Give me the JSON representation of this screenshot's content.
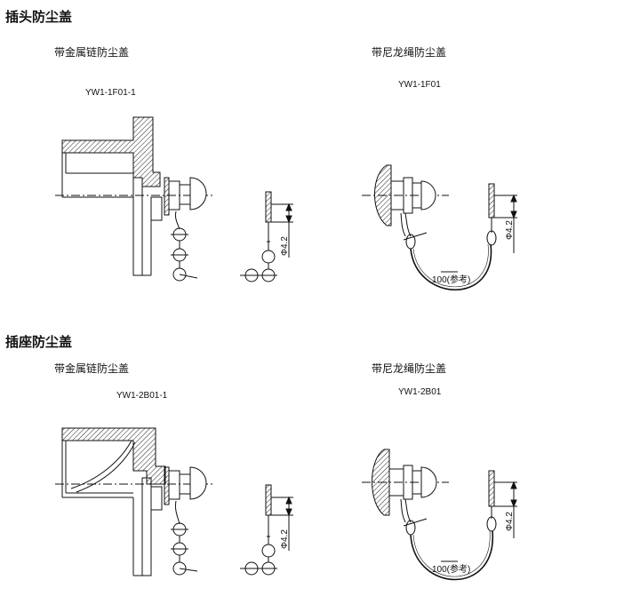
{
  "plug": {
    "title": "插头防尘盖",
    "metal_chain": {
      "label": "带金属链防尘盖",
      "code": "YW1-1F01-1",
      "dim": "Φ4.2"
    },
    "nylon_rope": {
      "label": "带尼龙绳防尘盖",
      "code": "YW1-1F01",
      "dim": "Φ4.2",
      "length": "100(参考)"
    }
  },
  "socket": {
    "title": "插座防尘盖",
    "metal_chain": {
      "label": "带金属链防尘盖",
      "code": "YW1-2B01-1",
      "dim": "Φ4.2"
    },
    "nylon_rope": {
      "label": "带尼龙绳防尘盖",
      "code": "YW1-2B01",
      "dim": "Φ4.2",
      "length": "100(参考)"
    }
  }
}
